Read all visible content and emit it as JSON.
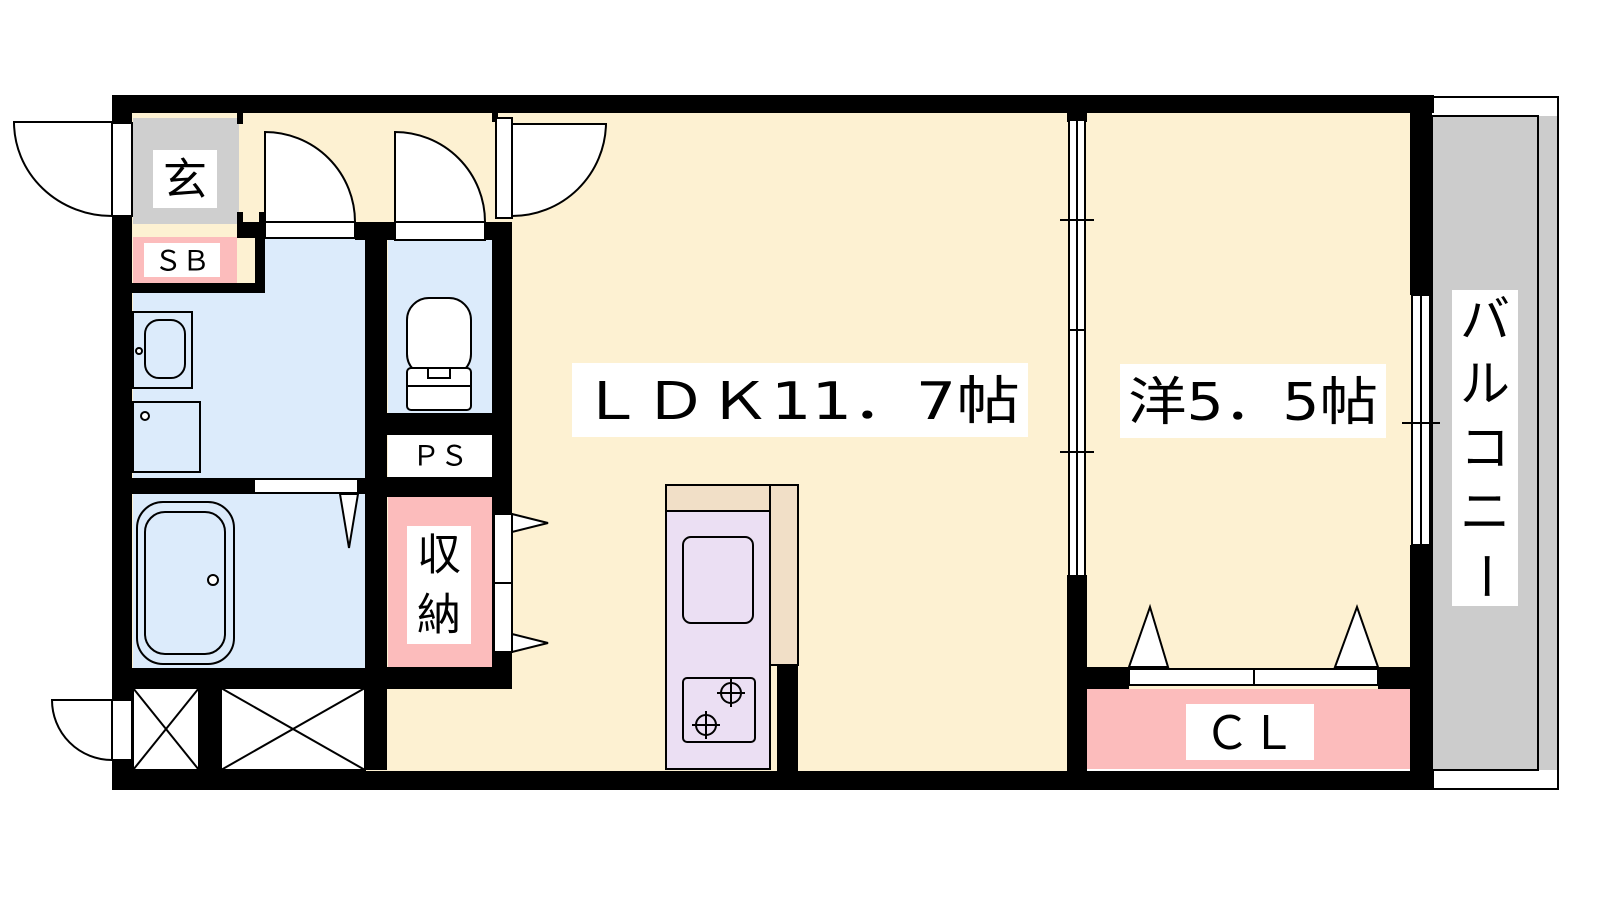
{
  "rooms": {
    "entrance": {
      "label": "玄"
    },
    "shoe_box": {
      "label": "ＳＢ"
    },
    "pipe_space": {
      "label": "ＰＳ"
    },
    "storage": {
      "label_line1": "収",
      "label_line2": "納"
    },
    "ldk": {
      "label": "ＬＤＫ11．7帖"
    },
    "western_room": {
      "label": "洋5．5帖"
    },
    "closet": {
      "label": "ＣＬ"
    },
    "balcony": {
      "label_chars": [
        "バ",
        "ル",
        "コ",
        "ニ",
        "ー"
      ]
    }
  },
  "colors": {
    "wall": "#000000",
    "living_floor": "#fdf1d2",
    "wet_area": "#dcebfb",
    "storage": "#fcbcbc",
    "entrance": "#cfcfcf",
    "balcony": "#cccccc",
    "kitchen": "#ebdff3",
    "kitchen_counter": "#f1dfc7"
  },
  "icons": [
    "door-swing-icon",
    "toilet-icon",
    "washbasin-icon",
    "bathtub-icon",
    "stove-burner-icon",
    "washer-icon"
  ]
}
